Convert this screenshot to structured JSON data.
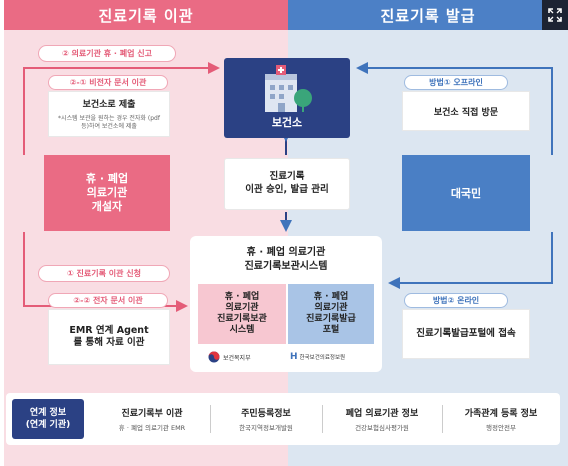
{
  "header": {
    "left_title": "진료기록 이관",
    "right_title": "진료기록 발급",
    "expand_icon": "expand-icon"
  },
  "left": {
    "closure_report_label": "② 의료기관 휴 · 폐업 신고",
    "nonelectronic_label": "②-① 비전자 문서 이관",
    "nonelectronic_title": "보건소로 제출",
    "nonelectronic_note": "*시스템 보관을 원하는 경우 전자화 (pdf 등)하여 보건소에 제출",
    "founder_box": "휴 · 폐업\n의료기관\n개설자",
    "transfer_request_label": "① 진료기록 이관 신청",
    "electronic_label": "②-② 전자 문서 이관",
    "electronic_title": "EMR 연계 Agent를 통해 자료 이관"
  },
  "center": {
    "health_center": "보건소",
    "approval_box": "진료기록\n이관 승인, 발급 관리",
    "system_title": "휴 · 폐업 의료기관\n진료기록보관시스템",
    "storage_system": "휴 · 폐업\n의료기관\n진료기록보관\n시스템",
    "issuance_portal": "휴 · 폐업\n의료기관\n진료기록발급\n포털",
    "logo_mohw": "보건복지부",
    "logo_khis": "한국보건의료정보원"
  },
  "right": {
    "offline_label": "방법① 오프라인",
    "offline_title": "보건소 직접 방문",
    "citizen_box": "대국민",
    "online_label": "방법② 온라인",
    "online_title": "진료기록발급포털에 접속"
  },
  "footer": {
    "link_title": "연계 정보\n(연계 기관)",
    "cells": [
      {
        "title": "진료기록부 이관",
        "sub": "휴 · 폐업 의료기관 EMR"
      },
      {
        "title": "주민등록정보",
        "sub": "한국지역정보개발원"
      },
      {
        "title": "폐업 의료기관 정보",
        "sub": "건강보험심사평가원"
      },
      {
        "title": "가족관계 등록 정보",
        "sub": "행정안전부"
      }
    ]
  },
  "colors": {
    "pink": "#ea6b84",
    "pink_bg": "#f9dde3",
    "blue": "#4a7fc5",
    "blue_bg": "#dce6f1",
    "navy": "#2b4184"
  }
}
